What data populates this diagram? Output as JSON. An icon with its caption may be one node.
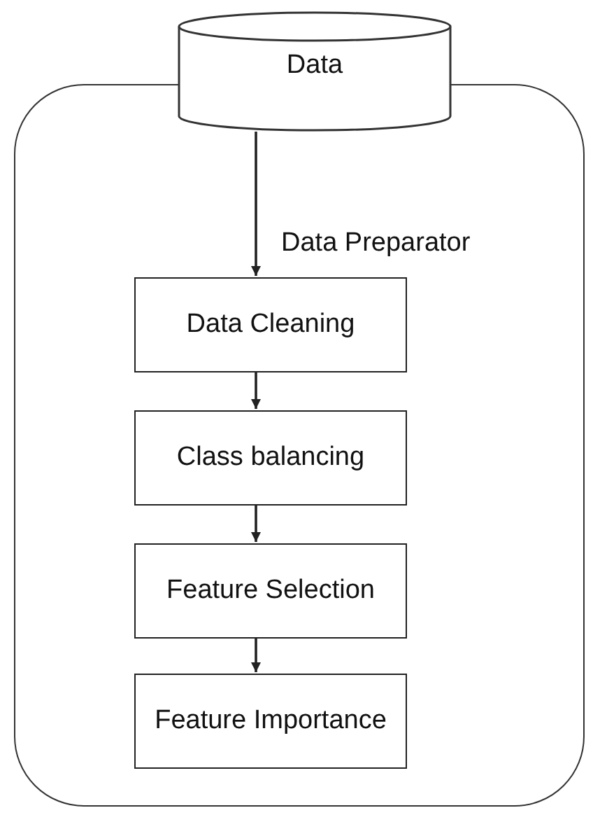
{
  "diagram": {
    "nodes": [
      {
        "text": [
          "Data"
        ]
      },
      {
        "text": [
          "Data Preparator"
        ]
      },
      {
        "text": [
          "Data Cleaning"
        ],
        "in": 1
      },
      {
        "text": [
          "Class balancing"
        ],
        "in": 1
      },
      {
        "text": [
          "Feature Selection"
        ],
        "in": 1
      },
      {
        "text": [
          "Feature Importance"
        ],
        "in": 1
      }
    ],
    "edges": [
      {
        "from": 0,
        "to": 2,
        "arrow": "to"
      },
      {
        "from": 2,
        "to": 3,
        "arrow": "to"
      },
      {
        "from": 3,
        "to": 4,
        "arrow": "to"
      },
      {
        "from": 4,
        "to": 5,
        "arrow": "to"
      }
    ]
  }
}
